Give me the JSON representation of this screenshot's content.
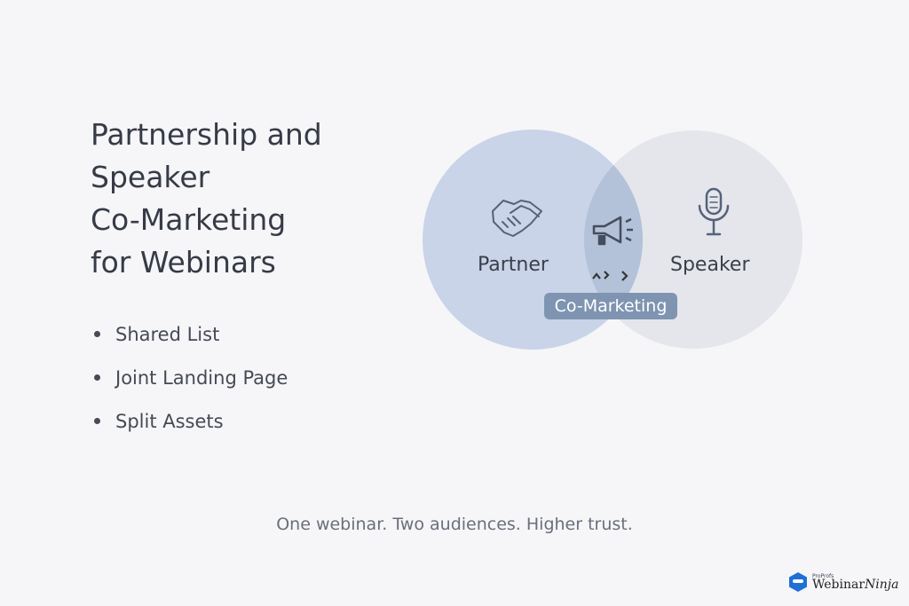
{
  "title_lines": [
    "Partnership and",
    "Speaker",
    "Co-Marketing",
    "for Webinars"
  ],
  "bullets": [
    "Shared List",
    "Joint Landing Page",
    "Split Assets"
  ],
  "venn": {
    "left": {
      "label": "Partner",
      "icon": "handshake-icon",
      "color": "#c9d4e8"
    },
    "right": {
      "label": "Speaker",
      "icon": "microphone-icon",
      "color": "#e4e6ec"
    },
    "overlap": {
      "label": "Co-Marketing",
      "icon": "megaphone-icon",
      "arrows": "^›>",
      "color": "#b3c1d9"
    }
  },
  "tagline": "One webinar. Two audiences. Higher trust.",
  "logo": {
    "small": "ProProfs",
    "brand": "Webinar",
    "brand_italic": "Ninja"
  }
}
